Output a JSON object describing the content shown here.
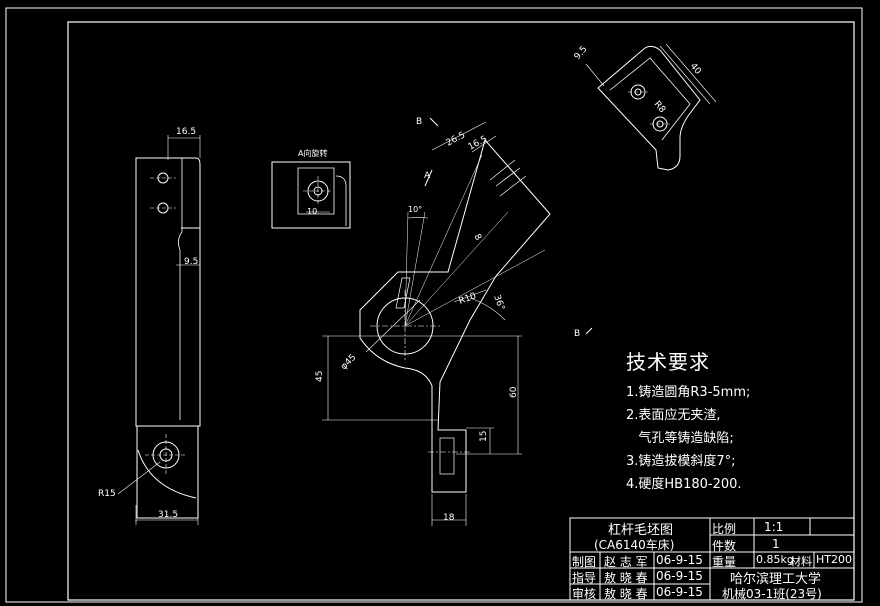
{
  "dims": {
    "d16_5_left": "16.5",
    "d9_5_left": "9.5",
    "d31_5": "31.5",
    "r15": "R15",
    "a_view": "A向旋转",
    "d10_small": "10",
    "b_mark": "B",
    "a_mark": "A",
    "d26_5": "26.5",
    "d16_5_mid": "16.5",
    "d8": "8",
    "angle10": "10°",
    "r10": "R10",
    "angle36": "36°",
    "phi45": "φ45",
    "d45": "45",
    "d60": "60",
    "d15": "15",
    "d18": "18",
    "d9_5_right": "9.5",
    "d40": "40",
    "r8": "R8"
  },
  "tech": {
    "title": "技术要求",
    "lines": [
      "1.铸造圆角R3-5mm;",
      "2.表面应无夹渣,",
      "   气孔等铸造缺陷;",
      "3.铸造拔模斜度7°;",
      "4.硬度HB180-200."
    ]
  },
  "titleblock": {
    "part_name": "杠杆毛坯图",
    "machine": "(CA6140车床)",
    "scale_label": "比例",
    "scale_value": "1:1",
    "count_label": "件数",
    "count_value": "1",
    "weight_label": "重量",
    "weight_value": "0.85kg",
    "material_label": "材料",
    "material_value": "HT200",
    "school": "哈尔滨理工大学",
    "class_info": "机械03-1班(23号)",
    "rows": [
      {
        "role": "制图",
        "name": "赵 志 军",
        "date": "06-9-15"
      },
      {
        "role": "指导",
        "name": "敖 晓 春",
        "date": "06-9-15"
      },
      {
        "role": "审核",
        "name": "敖 晓 春",
        "date": "06-9-15"
      }
    ]
  }
}
